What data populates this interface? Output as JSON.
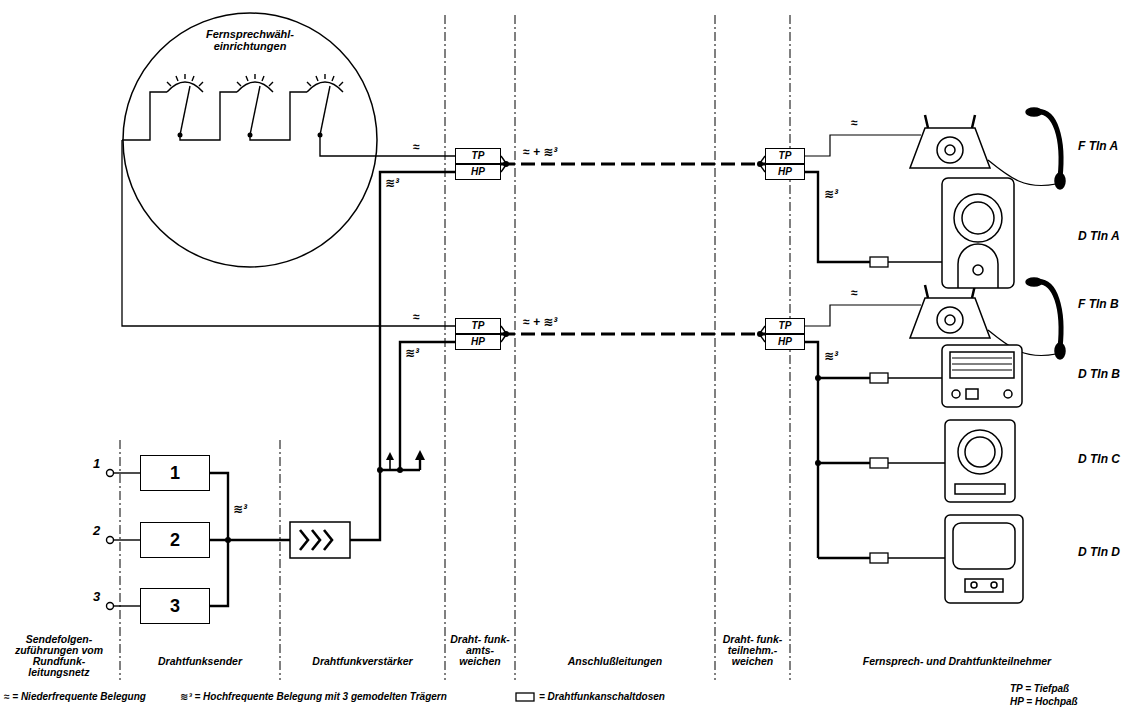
{
  "diagram": {
    "nodes": [
      {
        "text": [
          "Fernsprechwähl- einrichtungen"
        ]
      },
      {
        "text": [
          "TP"
        ]
      },
      {
        "text": [
          "HP"
        ]
      },
      {
        "text": [
          "TP"
        ]
      },
      {
        "text": [
          "HP"
        ]
      },
      {
        "text": [
          "TP"
        ]
      },
      {
        "text": [
          "HP"
        ]
      },
      {
        "text": [
          "TP"
        ]
      },
      {
        "text": [
          "HP"
        ]
      },
      {
        "text": [
          "1"
        ]
      },
      {
        "text": [
          "2"
        ]
      },
      {
        "text": [
          "3"
        ]
      }
    ],
    "edges": [
      {
        "from": 0,
        "to": 1,
        "arrow": "none",
        "label": "≈"
      },
      {
        "from": 0,
        "to": 3,
        "arrow": "none",
        "label": "≈"
      },
      {
        "from": 1,
        "to": 5,
        "arrow": "none",
        "label": "≈ + ≋³"
      },
      {
        "from": 3,
        "to": 7,
        "arrow": "none",
        "label": "≈ + ≋³"
      }
    ],
    "labels": [
      "Sendefolgen- zuführungen vom Rundfunk- leitungsnetz",
      "Drahtfunksender",
      "Drahtfunkverstärker",
      "Draht- funk- amts- weichen",
      "Anschlußleitungen",
      "Draht- funk- teilnehm.- weichen",
      "Fernsprech- und Drahtfunkteilnehmer",
      "1",
      "2",
      "3",
      "≋³",
      "≋³",
      "≋³",
      "≈",
      "≋³",
      "F Tln A",
      "D Tln A",
      "≈",
      "≋³",
      "F Tln B",
      "D Tln B",
      "D Tln C",
      "D Tln D"
    ],
    "legend": [
      {
        "text": "≈ = Niederfrequente Belegung"
      },
      {
        "text": "≋³ = Hochfrequente Belegung mit 3 gemodelten Trägern"
      },
      {
        "text": "= Drahtfunkanschaltdosen"
      },
      {
        "text": "TP = Tiefpaß"
      },
      {
        "text": "HP = Hochpaß"
      }
    ]
  }
}
